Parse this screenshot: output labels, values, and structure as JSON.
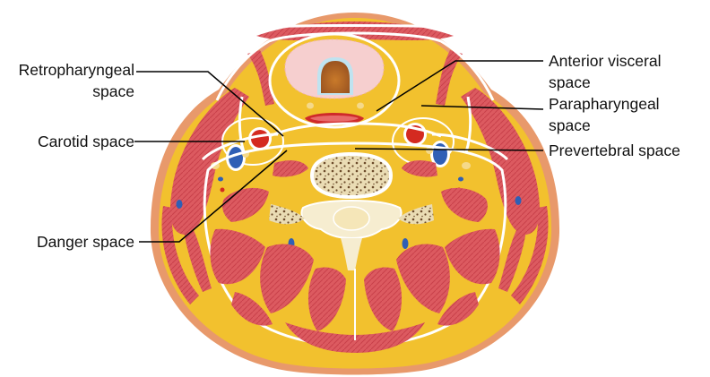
{
  "labels": {
    "retropharyngeal": [
      "Retropharyngeal",
      "space"
    ],
    "carotid": [
      "Carotid space"
    ],
    "danger": [
      "Danger space"
    ],
    "anterior_visceral": [
      "Anterior visceral",
      "space"
    ],
    "parapharyngeal": [
      "Parapharyngeal",
      "space"
    ],
    "prevertebral": [
      "Prevertebral space"
    ]
  },
  "colors": {
    "fat": "#f2c12e",
    "skin": "#e89a6a",
    "muscle": "#d9505a",
    "mucosa": "#f4c6c6",
    "artery": "#d42a20",
    "vein": "#2f5fb5",
    "bone": "#efe3c0",
    "fascia": "#ffffff"
  }
}
